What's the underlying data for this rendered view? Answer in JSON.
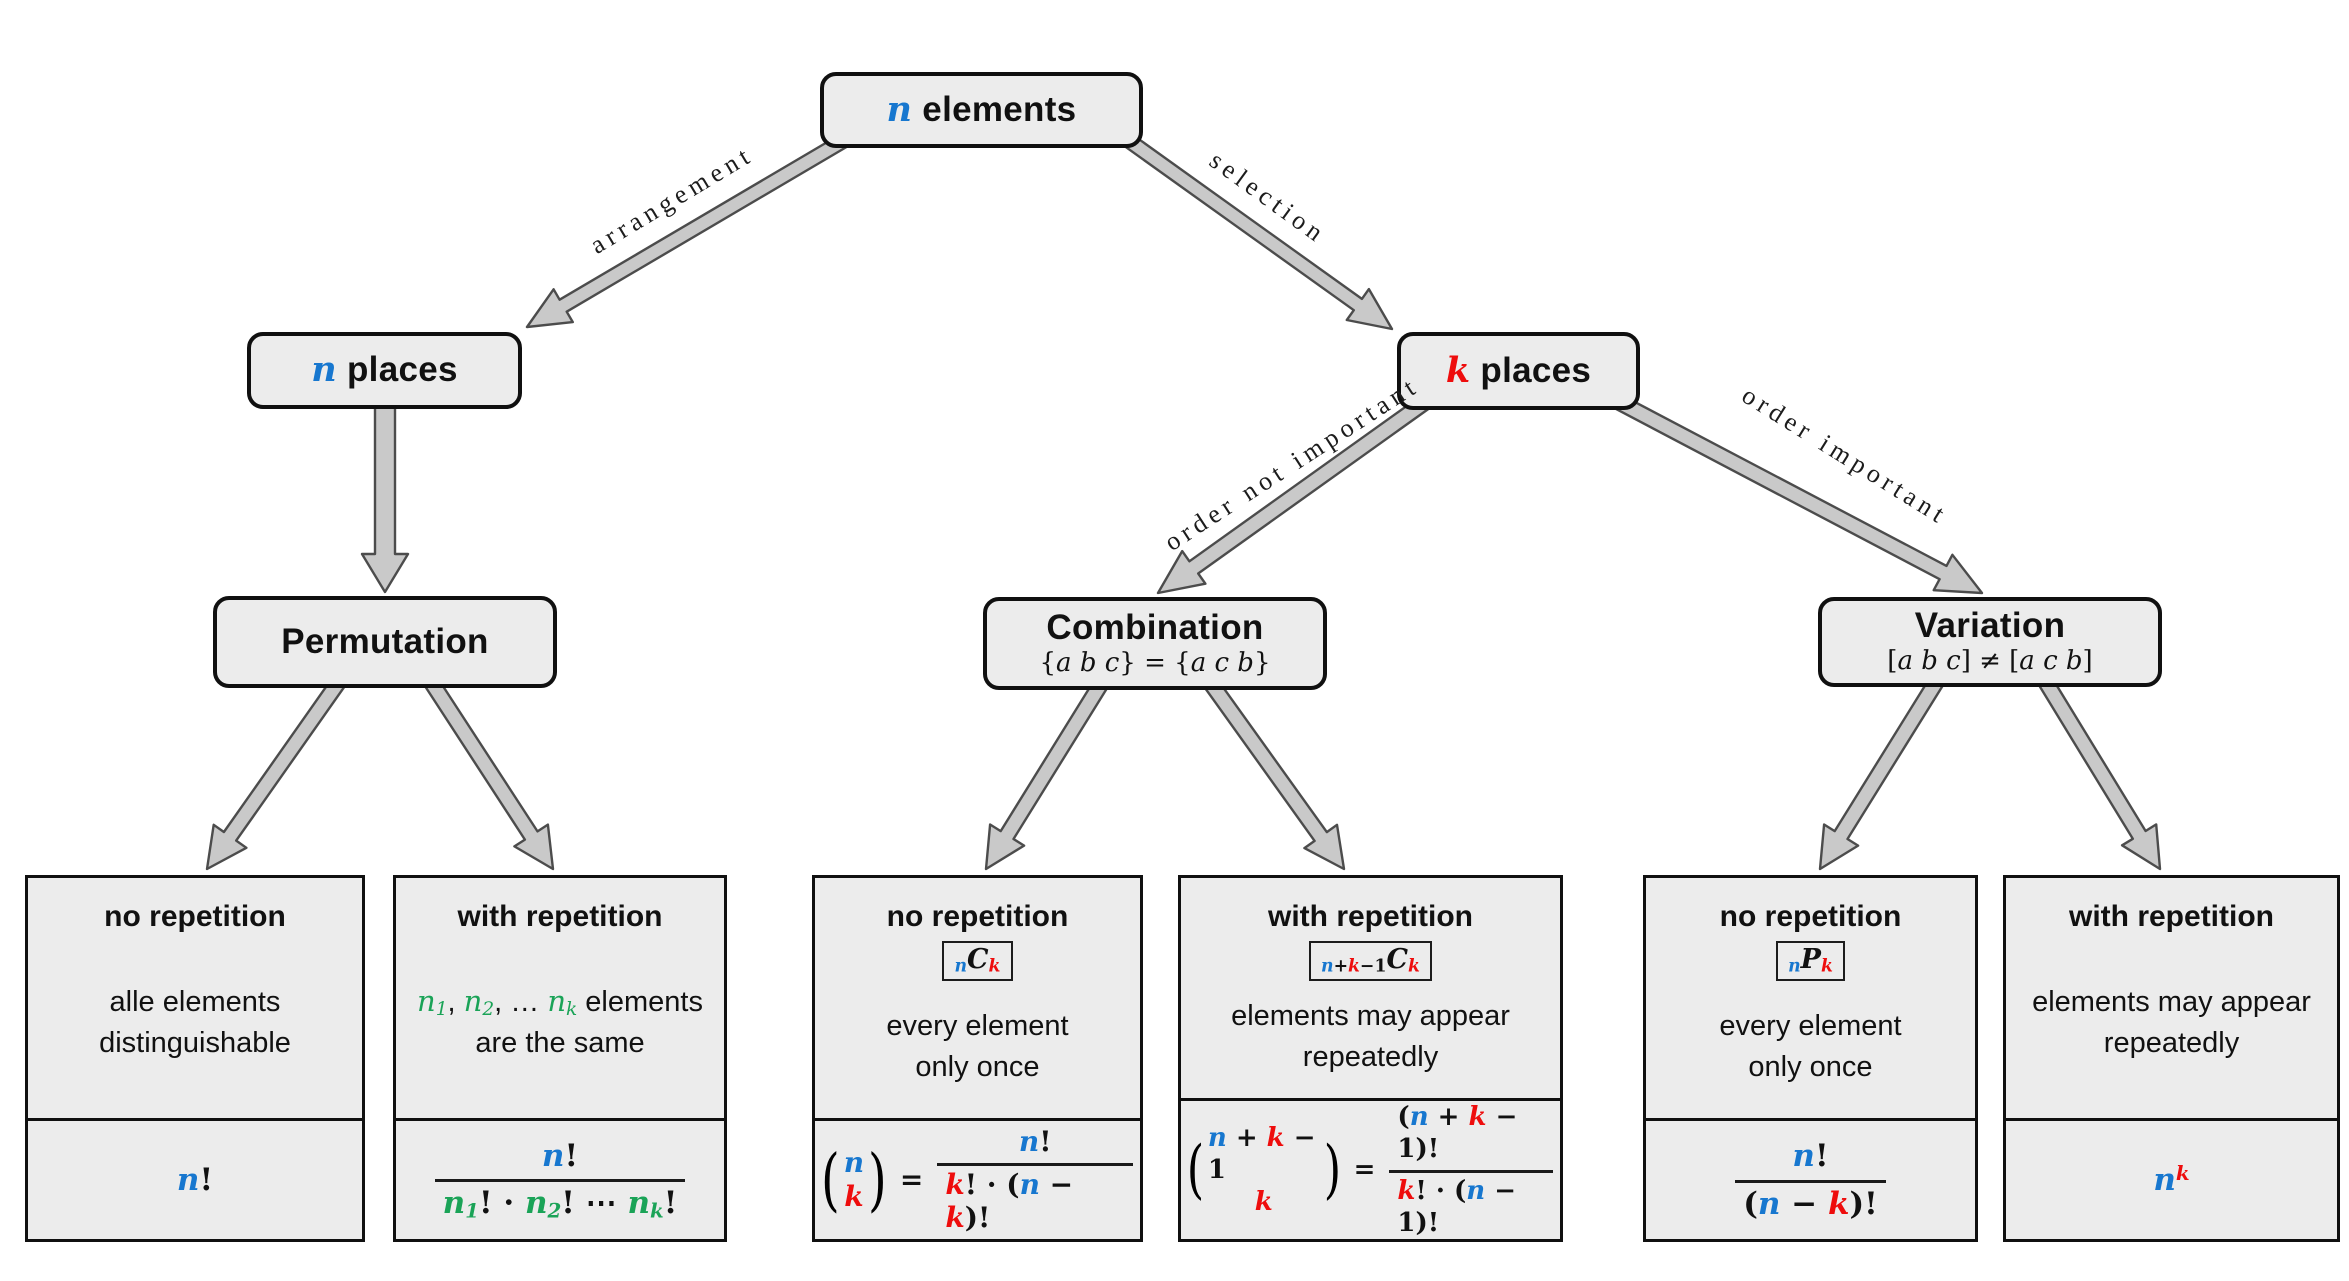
{
  "colors": {
    "blue": "#1777cf",
    "red": "#ee0d0d",
    "green": "#1aa357",
    "box_fill": "#ececec",
    "box_border": "#101010",
    "arrow_fill": "#c9c9c9",
    "arrow_outline": "#4c4c4c"
  },
  "nodes": {
    "root": {
      "title": [
        {
          "t": "n",
          "v": 1,
          "c": "blue"
        },
        {
          "t": " elements"
        }
      ]
    },
    "n_places": {
      "title": [
        {
          "t": "n",
          "v": 1,
          "c": "blue"
        },
        {
          "t": " places"
        }
      ]
    },
    "k_places": {
      "title": [
        {
          "t": "k",
          "v": 1,
          "c": "red"
        },
        {
          "t": " places"
        }
      ]
    },
    "permutation": {
      "title": [
        {
          "t": "Permutation"
        }
      ]
    },
    "combination": {
      "title": [
        {
          "t": "Combination"
        }
      ],
      "subtitle": [
        {
          "t": "{"
        },
        {
          "t": "a b c",
          "v": 1
        },
        {
          "t": "} = {"
        },
        {
          "t": "a c b",
          "v": 1
        },
        {
          "t": "}"
        }
      ]
    },
    "variation": {
      "title": [
        {
          "t": "Variation"
        }
      ],
      "subtitle": [
        {
          "t": "["
        },
        {
          "t": "a b c",
          "v": 1
        },
        {
          "t": "] ≠ ["
        },
        {
          "t": "a c b",
          "v": 1
        },
        {
          "t": "]"
        }
      ]
    }
  },
  "edges": [
    {
      "name": "arrangement",
      "label": "arrangement"
    },
    {
      "name": "selection",
      "label": "selection"
    },
    {
      "name": "order-not-important",
      "label": "order not important"
    },
    {
      "name": "order-important",
      "label": "order important"
    }
  ],
  "leaves": [
    {
      "name": "permutation-no-repetition",
      "title": "no repetition",
      "badge": null,
      "desc": [
        [
          {
            "t": "alle elements"
          }
        ],
        [
          {
            "t": "distinguishable"
          }
        ]
      ],
      "formula": [
        {
          "kind": "tok",
          "toks": [
            {
              "t": "n",
              "v": 1,
              "c": "blue"
            },
            {
              "t": "!"
            }
          ]
        }
      ]
    },
    {
      "name": "permutation-with-repetition",
      "title": "with repetition",
      "badge": null,
      "desc": [
        [
          {
            "t": "n",
            "v": 1,
            "c": "green",
            "s": "1"
          },
          {
            "t": ", "
          },
          {
            "t": "n",
            "v": 1,
            "c": "green",
            "s": "2"
          },
          {
            "t": ", … "
          },
          {
            "t": "n",
            "v": 1,
            "c": "green",
            "s": "k"
          },
          {
            "t": " elements"
          }
        ],
        [
          {
            "t": "are the same"
          }
        ]
      ],
      "formula": [
        {
          "kind": "frac",
          "num": [
            {
              "t": "n",
              "v": 1,
              "c": "blue"
            },
            {
              "t": "!"
            }
          ],
          "den": [
            {
              "t": "n",
              "v": 1,
              "c": "green",
              "s": "1"
            },
            {
              "t": "!"
            },
            {
              "t": " · "
            },
            {
              "t": "n",
              "v": 1,
              "c": "green",
              "s": "2"
            },
            {
              "t": "!"
            },
            {
              "t": " ⋯ "
            },
            {
              "t": "n",
              "v": 1,
              "c": "green",
              "s": "k"
            },
            {
              "t": "!"
            }
          ]
        }
      ]
    },
    {
      "name": "combination-no-repetition",
      "title": "no repetition",
      "badge": [
        {
          "t": "n",
          "v": 1,
          "c": "blue",
          "d": 1
        },
        {
          "t": "C",
          "v": 1
        },
        {
          "t": "k",
          "v": 1,
          "c": "red",
          "d": 1
        }
      ],
      "desc": [
        [
          {
            "t": "every element"
          }
        ],
        [
          {
            "t": "only once"
          }
        ]
      ],
      "formula": [
        {
          "kind": "binom",
          "top": [
            {
              "t": "n",
              "v": 1,
              "c": "blue"
            }
          ],
          "bot": [
            {
              "t": "k",
              "v": 1,
              "c": "red"
            }
          ]
        },
        {
          "kind": "tok",
          "toks": [
            {
              "t": "="
            }
          ]
        },
        {
          "kind": "frac",
          "num": [
            {
              "t": "n",
              "v": 1,
              "c": "blue"
            },
            {
              "t": "!"
            }
          ],
          "den": [
            {
              "t": "k",
              "v": 1,
              "c": "red"
            },
            {
              "t": "! · ("
            },
            {
              "t": "n",
              "v": 1,
              "c": "blue"
            },
            {
              "t": " − "
            },
            {
              "t": "k",
              "v": 1,
              "c": "red"
            },
            {
              "t": ")!"
            }
          ]
        }
      ]
    },
    {
      "name": "combination-with-repetition",
      "title": "with repetition",
      "badge": [
        {
          "t": "n",
          "v": 1,
          "c": "blue",
          "d": 1
        },
        {
          "t": "+",
          "d": 1
        },
        {
          "t": "k",
          "v": 1,
          "c": "red",
          "d": 1
        },
        {
          "t": "−1",
          "d": 1
        },
        {
          "t": "C",
          "v": 1
        },
        {
          "t": "k",
          "v": 1,
          "c": "red",
          "d": 1
        }
      ],
      "desc": [
        [
          {
            "t": "elements may appear"
          }
        ],
        [
          {
            "t": "repeatedly"
          }
        ]
      ],
      "formula": [
        {
          "kind": "binom",
          "top": [
            {
              "t": "n",
              "v": 1,
              "c": "blue"
            },
            {
              "t": " + "
            },
            {
              "t": "k",
              "v": 1,
              "c": "red"
            },
            {
              "t": " − 1"
            }
          ],
          "bot": [
            {
              "t": "k",
              "v": 1,
              "c": "red"
            }
          ]
        },
        {
          "kind": "tok",
          "toks": [
            {
              "t": "="
            }
          ]
        },
        {
          "kind": "frac",
          "num": [
            {
              "t": "("
            },
            {
              "t": "n",
              "v": 1,
              "c": "blue"
            },
            {
              "t": " + "
            },
            {
              "t": "k",
              "v": 1,
              "c": "red"
            },
            {
              "t": " − 1)!"
            }
          ],
          "den": [
            {
              "t": "k",
              "v": 1,
              "c": "red"
            },
            {
              "t": "! · ("
            },
            {
              "t": "n",
              "v": 1,
              "c": "blue"
            },
            {
              "t": " − 1)!"
            }
          ]
        }
      ]
    },
    {
      "name": "variation-no-repetition",
      "title": "no repetition",
      "badge": [
        {
          "t": "n",
          "v": 1,
          "c": "blue",
          "d": 1
        },
        {
          "t": "P",
          "v": 1
        },
        {
          "t": "k",
          "v": 1,
          "c": "red",
          "d": 1
        }
      ],
      "desc": [
        [
          {
            "t": "every element"
          }
        ],
        [
          {
            "t": "only once"
          }
        ]
      ],
      "formula": [
        {
          "kind": "frac",
          "num": [
            {
              "t": "n",
              "v": 1,
              "c": "blue"
            },
            {
              "t": "!"
            }
          ],
          "den": [
            {
              "t": "("
            },
            {
              "t": "n",
              "v": 1,
              "c": "blue"
            },
            {
              "t": " − "
            },
            {
              "t": "k",
              "v": 1,
              "c": "red"
            },
            {
              "t": ")!"
            }
          ]
        }
      ]
    },
    {
      "name": "variation-with-repetition",
      "title": "with repetition",
      "badge": null,
      "desc": [
        [
          {
            "t": "elements may appear"
          }
        ],
        [
          {
            "t": "repeatedly"
          }
        ]
      ],
      "formula": [
        {
          "kind": "tok",
          "toks": [
            {
              "t": "n",
              "v": 1,
              "c": "blue",
              "p": "k",
              "pc": "red"
            }
          ]
        }
      ]
    }
  ]
}
